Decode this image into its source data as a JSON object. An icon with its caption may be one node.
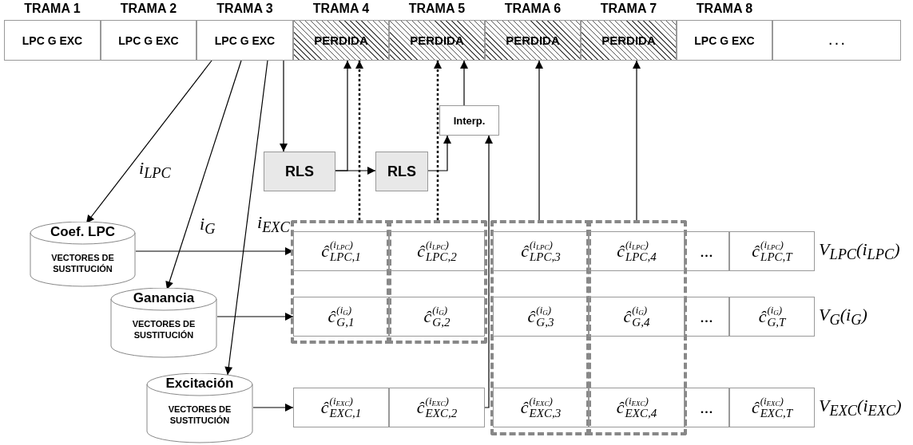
{
  "diagram": {
    "nodes": [
      {
        "text": [
          "TRAMA 1",
          "LPC G EXC"
        ]
      },
      {
        "text": [
          "TRAMA 2",
          "LPC G EXC"
        ]
      },
      {
        "text": [
          "TRAMA 3",
          "LPC G EXC"
        ]
      },
      {
        "text": [
          "TRAMA 4",
          "PERDIDA"
        ]
      },
      {
        "text": [
          "TRAMA 5",
          "PERDIDA"
        ]
      },
      {
        "text": [
          "TRAMA 6",
          "PERDIDA"
        ]
      },
      {
        "text": [
          "TRAMA 7",
          "PERDIDA"
        ]
      },
      {
        "text": [
          "TRAMA 8",
          "LPC G EXC"
        ]
      },
      {
        "text": [
          ". . ."
        ]
      },
      {
        "text": [
          "RLS"
        ]
      },
      {
        "text": [
          "RLS"
        ]
      },
      {
        "text": [
          "Interp."
        ]
      },
      {
        "text": [
          "Coef. LPC",
          "VECTORES DE SUSTITUCIÓN"
        ]
      },
      {
        "text": [
          "Ganancia",
          "VECTORES DE SUSTITUCIÓN"
        ]
      },
      {
        "text": [
          "Excitación",
          "VECTORES DE SUSTITUCIÓN"
        ]
      },
      {
        "text": [],
        "shape": "box"
      },
      {
        "text": [],
        "shape": "box"
      },
      {
        "text": [],
        "shape": "box"
      },
      {
        "text": [],
        "shape": "box"
      },
      {
        "text": [
          "ĉ$^{(i}$$_{LPC}$$^{)}$$_{LPC,1}$"
        ],
        "in": 15
      },
      {
        "text": [
          "ĉ$^{(i}$$_{LPC}$$^{)}$$_{LPC,2}$"
        ],
        "in": 16
      },
      {
        "text": [
          "ĉ$^{(i}$$_{LPC}$$^{)}$$_{LPC,3}$"
        ],
        "in": 17
      },
      {
        "text": [
          "ĉ$^{(i}$$_{LPC}$$^{)}$$_{LPC,4}$"
        ],
        "in": 18
      },
      {
        "text": [
          "..."
        ]
      },
      {
        "text": [
          "ĉ$^{(i}$$_{LPC}$$^{)}$$_{LPC,T}$"
        ]
      },
      {
        "text": [
          "ĉ$^{(i}$$_{G}$$^{)}$$_{G,1}$"
        ],
        "in": 15
      },
      {
        "text": [
          "ĉ$^{(i}$$_{G}$$^{)}$$_{G,2}$"
        ],
        "in": 16
      },
      {
        "text": [
          "ĉ$^{(i}$$_{G}$$^{)}$$_{G,3}$"
        ],
        "in": 17
      },
      {
        "text": [
          "ĉ$^{(i}$$_{G}$$^{)}$$_{G,4}$"
        ],
        "in": 18
      },
      {
        "text": [
          "..."
        ]
      },
      {
        "text": [
          "ĉ$^{(i}$$_{G}$$^{)}$$_{G,T}$"
        ]
      },
      {
        "text": [
          "ĉ$^{(i}$$_{EXC}$$^{)}$$_{EXC,1}$"
        ]
      },
      {
        "text": [
          "ĉ$^{(i}$$_{EXC}$$^{)}$$_{EXC,2}$"
        ]
      },
      {
        "text": [
          "ĉ$^{(i}$$_{EXC}$$^{)}$$_{EXC,3}$"
        ],
        "in": 17
      },
      {
        "text": [
          "ĉ$^{(i}$$_{EXC}$$^{)}$$_{EXC,4}$"
        ],
        "in": 18
      },
      {
        "text": [
          "..."
        ]
      },
      {
        "text": [
          "ĉ$^{(i}$$_{EXC}$$^{)}$$_{EXC,T}$"
        ]
      }
    ],
    "edges": [
      {
        "from": 2,
        "to": 12,
        "arrow": "to",
        "label": "i$_{LPC}$"
      },
      {
        "from": 2,
        "to": 13,
        "arrow": "to",
        "label": "i$_{G}$"
      },
      {
        "from": 2,
        "to": 14,
        "arrow": "to",
        "label": "i$_{EXC}$"
      },
      {
        "from": 2,
        "to": 9,
        "arrow": "to"
      },
      {
        "from": 9,
        "to": 3,
        "arrow": "to"
      },
      {
        "from": 9,
        "to": 10,
        "arrow": "to"
      },
      {
        "from": 10,
        "to": 11,
        "arrow": "to"
      },
      {
        "from": 15,
        "to": 3,
        "arrow": "to",
        "style": "dashed"
      },
      {
        "from": 16,
        "to": 4,
        "arrow": "to",
        "style": "dashed"
      },
      {
        "from": 11,
        "to": 4,
        "arrow": "to"
      },
      {
        "from": 32,
        "to": 11,
        "arrow": "to"
      },
      {
        "from": 17,
        "to": 5,
        "arrow": "to"
      },
      {
        "from": 18,
        "to": 6,
        "arrow": "to"
      },
      {
        "from": 12,
        "to": 19,
        "arrow": "to"
      },
      {
        "from": 13,
        "to": 25,
        "arrow": "to"
      },
      {
        "from": 14,
        "to": 31,
        "arrow": "to"
      }
    ],
    "labels": [
      "V$_{LPC}$(i$_{LPC}$)",
      "V$_{G}$(i$_{G}$)",
      "V$_{EXC}$(i$_{EXC}$)"
    ]
  }
}
